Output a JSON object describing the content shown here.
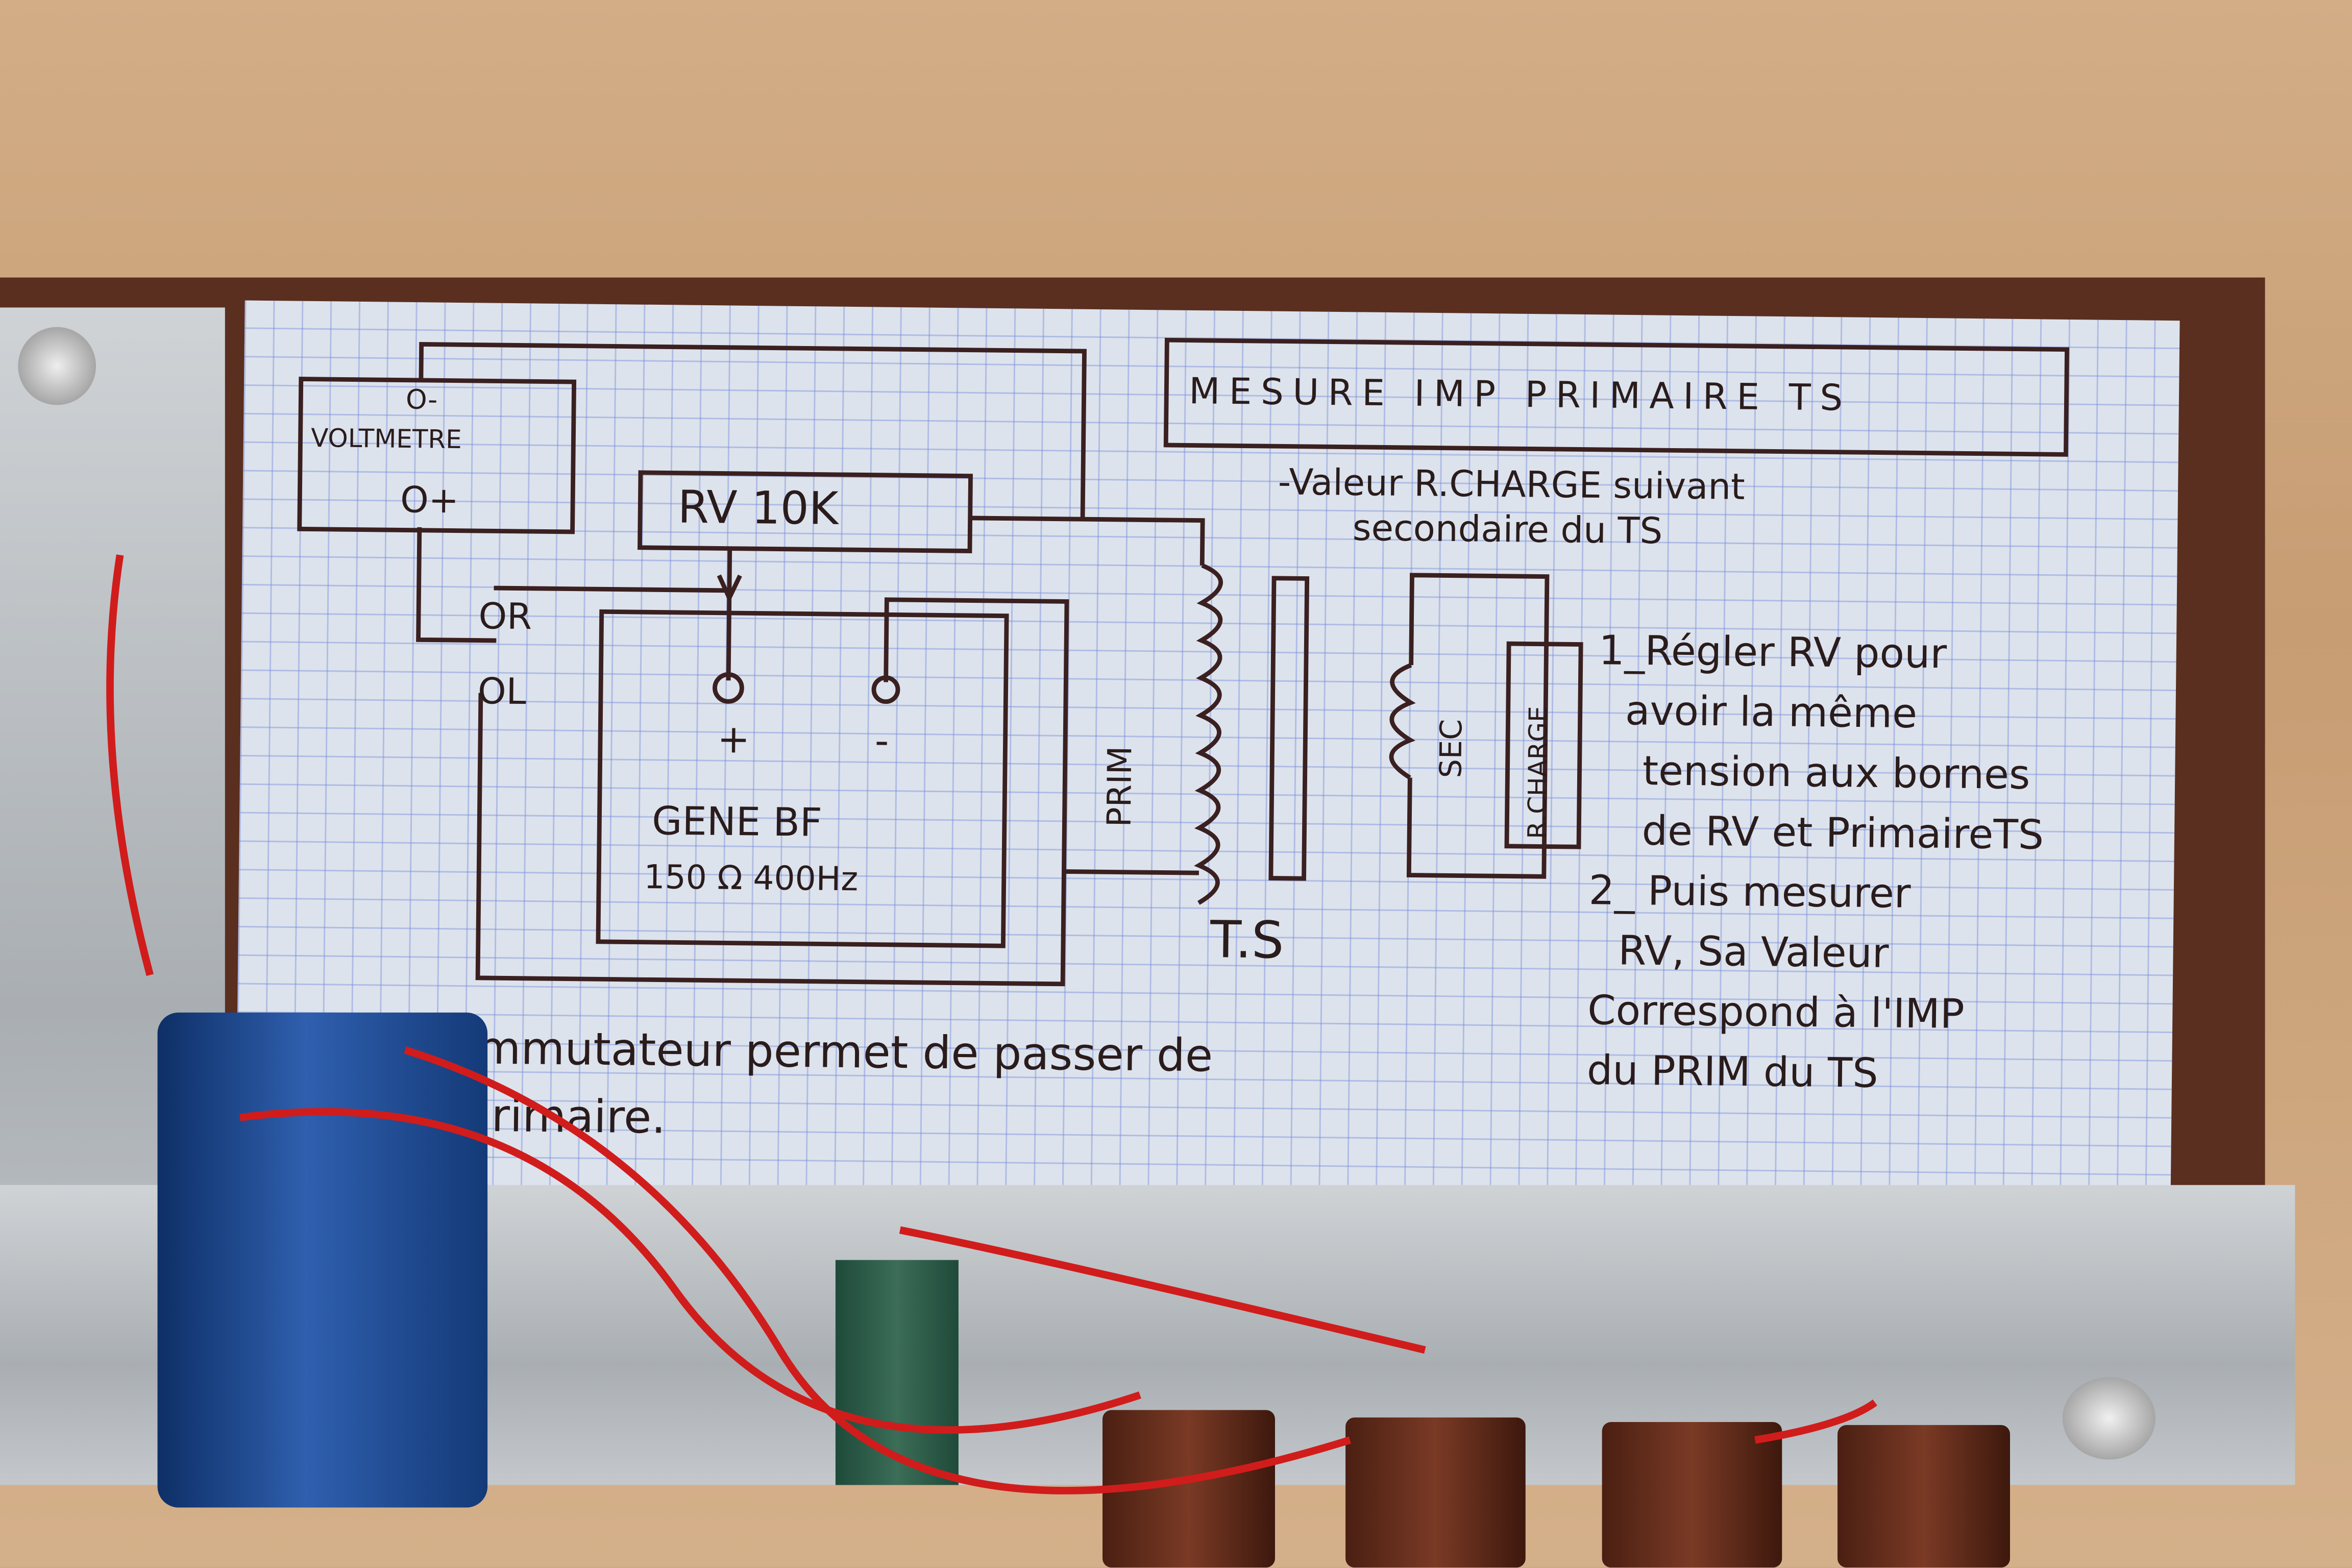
{
  "diagram": {
    "title": "MESURE IMP PRIMAIRE TS",
    "note_line1": "-Valeur R.CHARGE suivant",
    "note_line2": "secondaire du TS",
    "voltmeter": {
      "label": "VOLTMETRE",
      "minus": "O-",
      "plus": "O+"
    },
    "rv": "RV 10K",
    "switch": {
      "r": "OR",
      "l": "OL"
    },
    "generator": {
      "plus": "+",
      "minus": "-",
      "name": "GENE BF",
      "spec": "150 Ω 400Hz"
    },
    "prim": "PRIM",
    "sec": "SEC",
    "load": "R.CHARGE",
    "transformer": "T.S",
    "steps": [
      {
        "line1": "1_Régler RV pour",
        "line2": "avoir la même",
        "line3": "tension aux bornes",
        "line4": "de RV et PrimaireTS"
      },
      {
        "line1": "2_ Puis mesurer",
        "line2": "RV, Sa Valeur",
        "line3": "Correspond à l'IMP",
        "line4": "du PRIM du TS"
      }
    ],
    "footnote_line1": "mmutateur permet de passer de",
    "footnote_line2": "rimaire."
  }
}
